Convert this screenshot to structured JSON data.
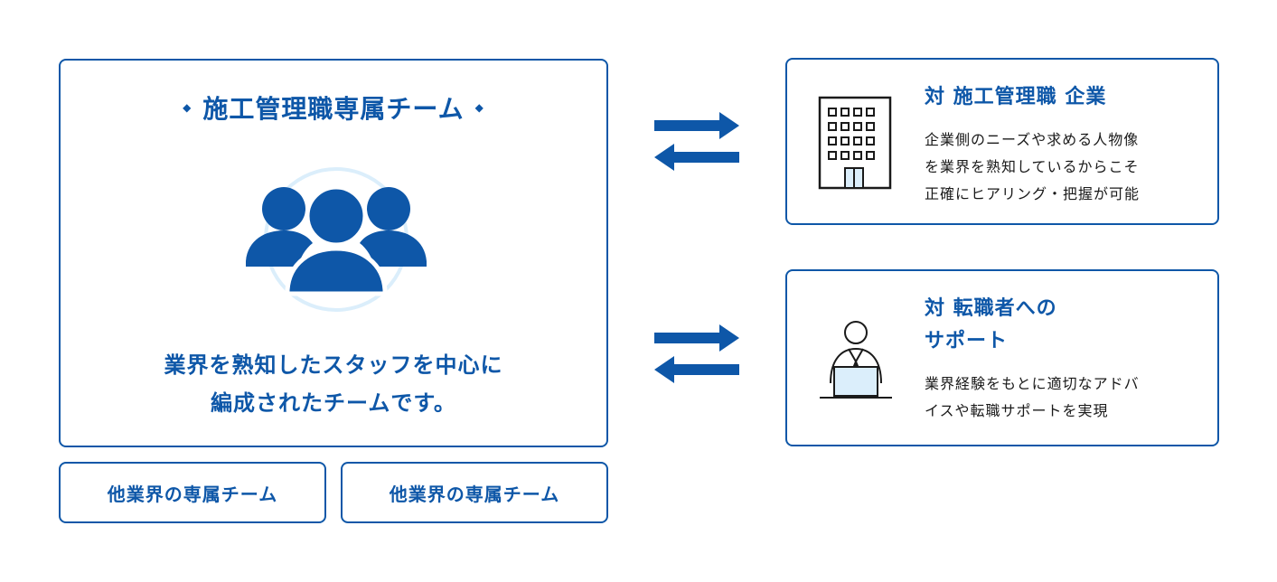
{
  "main_panel": {
    "title": "施工管理職専属チーム",
    "title_marker": "◆",
    "icon": "team-people-icon",
    "description_lines": [
      "業界を熟知したスタッフを中心に",
      "編成されたチームです。"
    ]
  },
  "sub_teams": [
    {
      "label": "他業界の専属チーム"
    },
    {
      "label": "他業界の専属チーム"
    }
  ],
  "exchange_arrows": [
    "exchange-arrows-icon",
    "exchange-arrows-icon"
  ],
  "company_panel": {
    "icon": "office-building-icon",
    "title": "対 施工管理職 企業",
    "description_lines": [
      "企業側のニーズや求める人物像",
      "を業界を熟知しているからこそ",
      "正確にヒアリング・把握が可能"
    ]
  },
  "seeker_panel": {
    "icon": "person-at-laptop-icon",
    "title_lines": [
      "対 転職者への",
      "サポート"
    ],
    "description_lines": [
      "業界経験をもとに適切なアドバ",
      "イスや転職サポートを実現"
    ]
  },
  "colors": {
    "primary": "#0e57a8",
    "ring": "#dbeefb",
    "laptop_fill": "#dbeefb",
    "text": "#1a1a1a"
  }
}
